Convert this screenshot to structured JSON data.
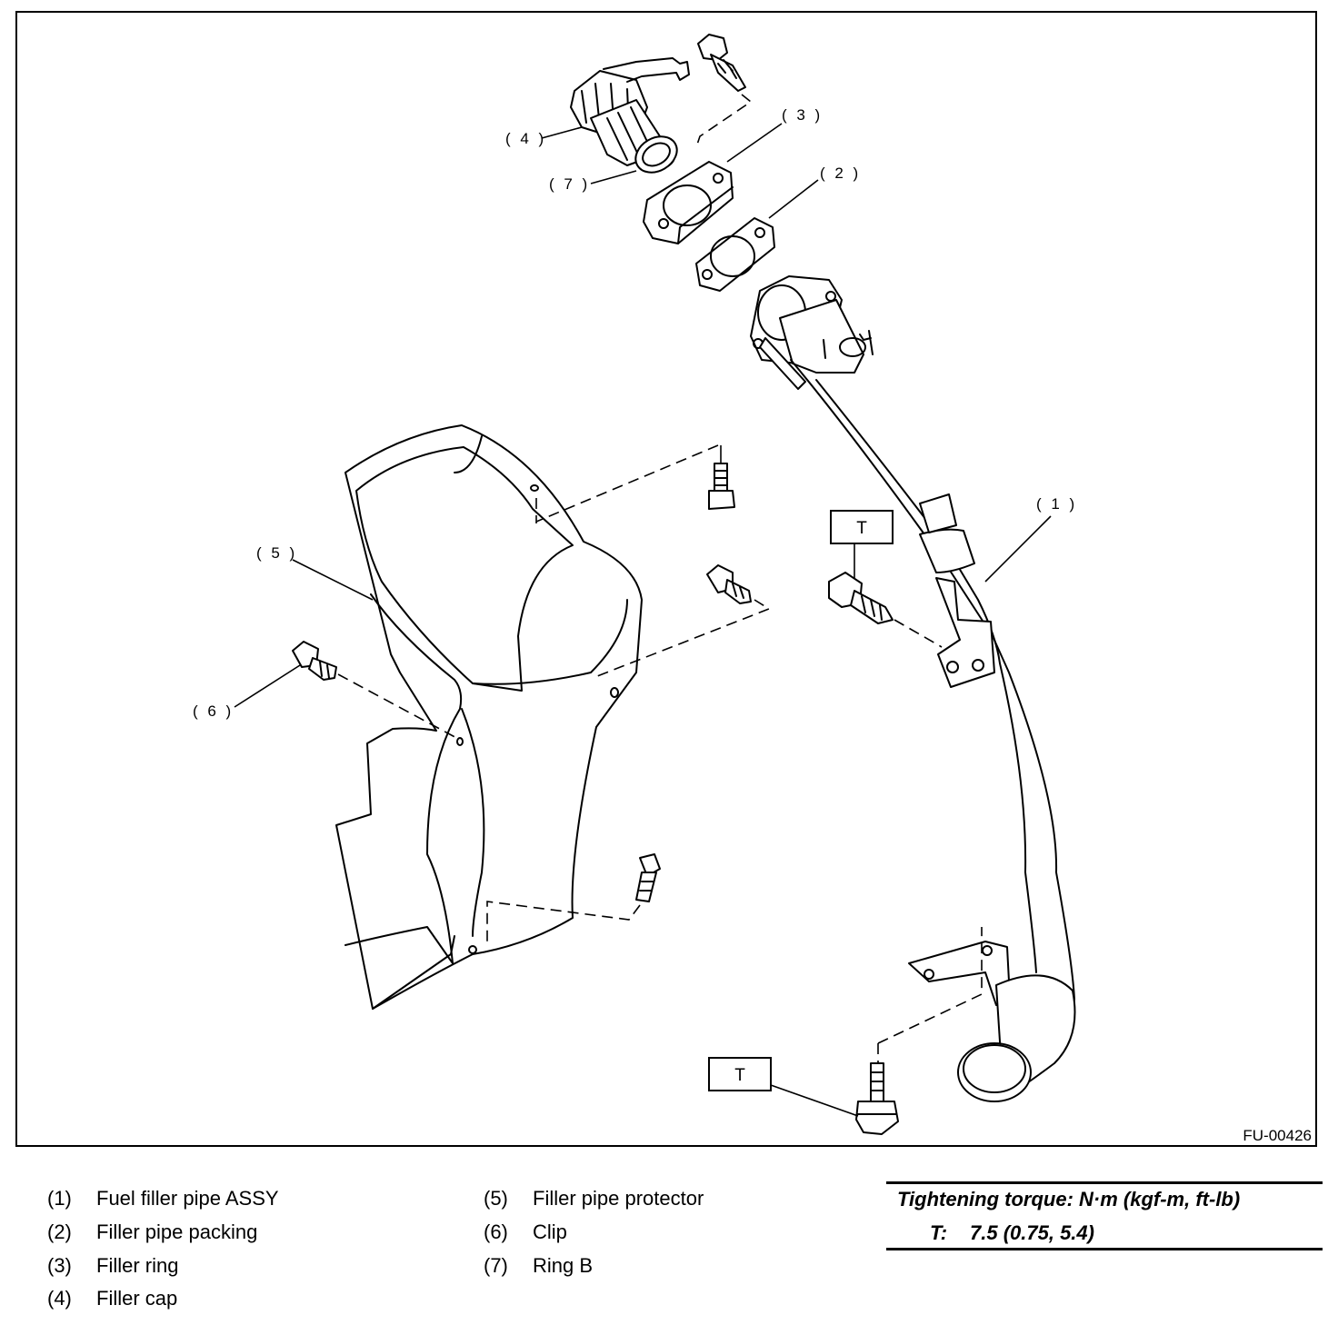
{
  "figure": {
    "figure_id": "FU-00426",
    "callouts": [
      "( 1 )",
      "( 2 )",
      "( 3 )",
      "( 4 )",
      "( 5 )",
      "( 6 )",
      "( 7 )"
    ],
    "torque_box_label": "T"
  },
  "legend": {
    "items": [
      {
        "num": "(1)",
        "label": "Fuel filler pipe ASSY"
      },
      {
        "num": "(2)",
        "label": "Filler pipe packing"
      },
      {
        "num": "(3)",
        "label": "Filler ring"
      },
      {
        "num": "(4)",
        "label": "Filler cap"
      },
      {
        "num": "(5)",
        "label": "Filler pipe protector"
      },
      {
        "num": "(6)",
        "label": "Clip"
      },
      {
        "num": "(7)",
        "label": "Ring B"
      }
    ]
  },
  "torque": {
    "title": "Tightening torque: N·m (kgf-m, ft-lb)",
    "key": "T:",
    "value": "7.5 (0.75, 5.4)"
  }
}
